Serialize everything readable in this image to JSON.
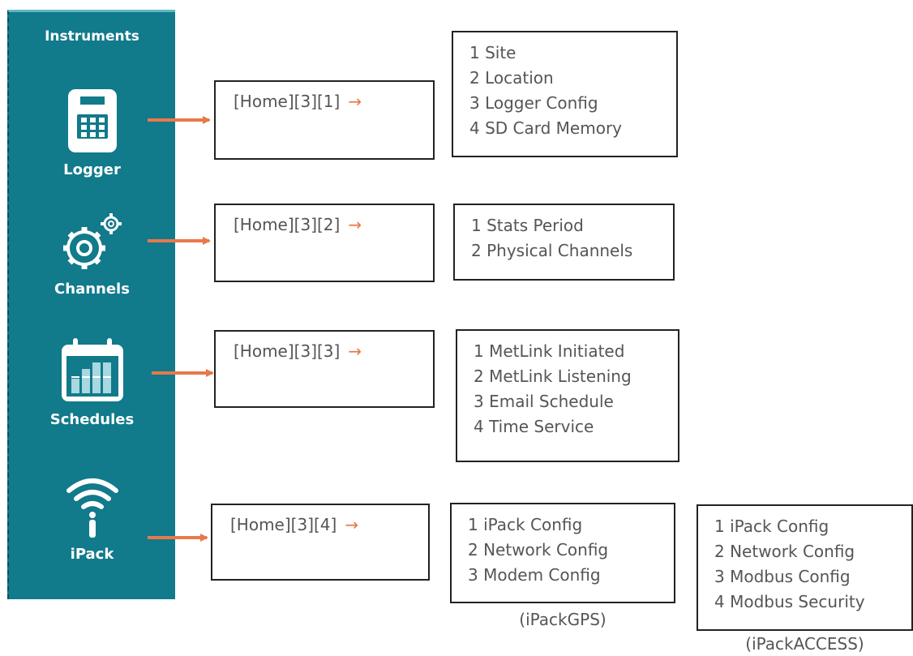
{
  "sidebar": {
    "title": "Instruments",
    "items": [
      {
        "label": "Logger",
        "icon": "calculator-icon"
      },
      {
        "label": "Channels",
        "icon": "gears-icon"
      },
      {
        "label": "Schedules",
        "icon": "calendar-icon"
      },
      {
        "label": "iPack",
        "icon": "wifi-icon"
      }
    ],
    "color": "#117a8b"
  },
  "arrow_color": "#e8794a",
  "routes": [
    "[Home][3][1]",
    "[Home][3][2]",
    "[Home][3][3]",
    "[Home][3][4]"
  ],
  "arrow_glyph": "→",
  "menus": {
    "logger": [
      "1 Site",
      "2 Location",
      "3 Logger Config",
      "4 SD Card Memory"
    ],
    "channels": [
      "1 Stats Period",
      "2 Physical Channels"
    ],
    "schedules": [
      "1 MetLink Initiated",
      "2 MetLink Listening",
      "3 Email Schedule",
      "4 Time Service"
    ],
    "ipack_gps": [
      "1 iPack Config",
      "2 Network Config",
      "3 Modem Config"
    ],
    "ipack_access": [
      "1 iPack Config",
      "2 Network Config",
      "3 Modbus Config",
      "4 Modbus Security"
    ]
  },
  "captions": {
    "ipack_gps": "(iPackGPS)",
    "ipack_access": "(iPackACCESS)"
  }
}
